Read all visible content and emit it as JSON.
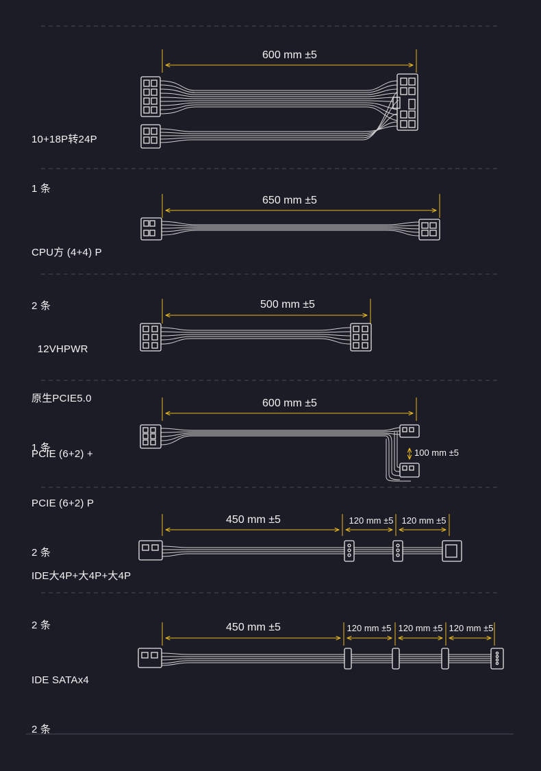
{
  "cables": [
    {
      "lines": [
        "10+18P转24P",
        "1 条"
      ],
      "dims": [
        "600 mm ±5"
      ]
    },
    {
      "lines": [
        "CPU方 (4+4) P",
        "2 条"
      ],
      "dims": [
        "650 mm ±5"
      ]
    },
    {
      "lines": [
        "  12VHPWR",
        "原生PCIE5.0",
        "1 条"
      ],
      "dims": [
        "500 mm ±5"
      ]
    },
    {
      "lines": [
        "PCIE (6+2) +",
        "PCIE (6+2) P",
        "2 条"
      ],
      "dims": [
        "600 mm ±5",
        "100 mm ±5"
      ]
    },
    {
      "lines": [
        "IDE大4P+大4P+大4P",
        "2 条"
      ],
      "dims": [
        "450 mm ±5",
        "120 mm ±5",
        "120 mm ±5"
      ]
    },
    {
      "lines": [
        "IDE SATAx4",
        "2 条"
      ],
      "dims": [
        "450 mm ±5",
        "120 mm ±5",
        "120 mm ±5",
        "120 mm ±5"
      ]
    }
  ],
  "colors": {
    "background": "#1c1c26",
    "dimension_line": "#e8b820",
    "cable": "#e6e6e6",
    "divider": "#4a4a58"
  }
}
